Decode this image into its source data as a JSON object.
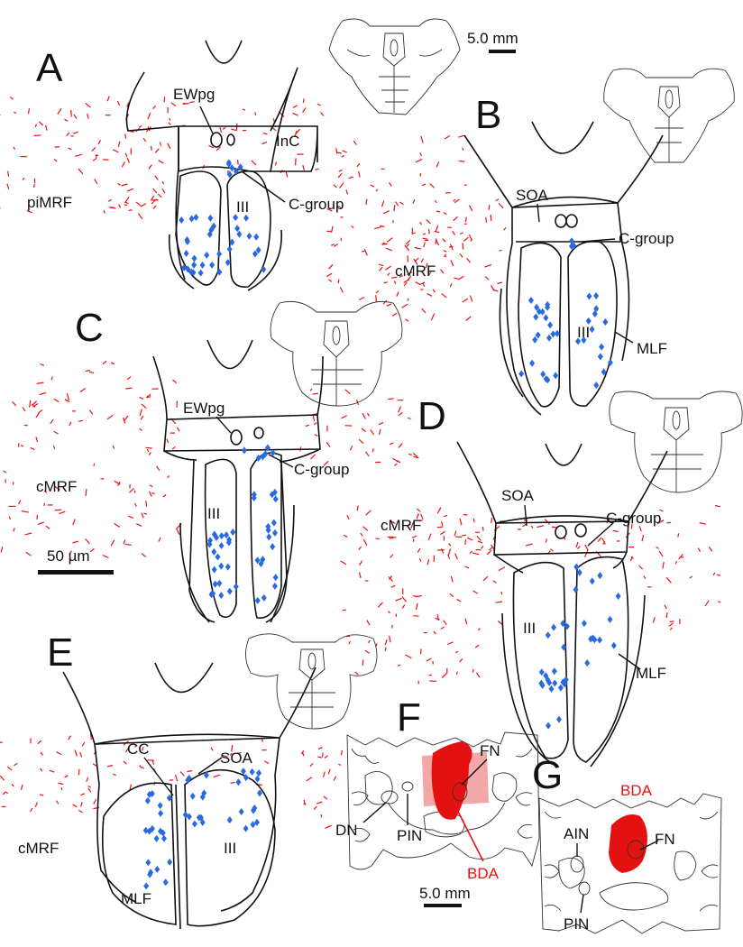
{
  "colors": {
    "fiber": "#ee1111",
    "neuron": "#2a6ae0",
    "outline": "#111111",
    "bda_fill": "#e41111",
    "bda_halo": "#f3a8a8"
  },
  "panels": {
    "A": {
      "letter": "A",
      "labels": {
        "ewpg": "EWpg",
        "inc": "InC",
        "piMRF": "piMRF",
        "cgroup": "C-group",
        "iii": "III"
      }
    },
    "B": {
      "letter": "B",
      "labels": {
        "soa": "SOA",
        "cgroup": "C-group",
        "cmrf": "cMRF",
        "iii": "III",
        "mlf": "MLF"
      }
    },
    "C": {
      "letter": "C",
      "labels": {
        "ewpg": "EWpg",
        "cgroup": "C-group",
        "cmrf": "cMRF",
        "iii": "III",
        "scale": "50 µm"
      }
    },
    "D": {
      "letter": "D",
      "labels": {
        "soa": "SOA",
        "cgroup": "C-group",
        "cmrf": "cMRF",
        "iii": "III",
        "mlf": "MLF"
      }
    },
    "E": {
      "letter": "E",
      "labels": {
        "cc": "CC",
        "soa": "SOA",
        "cmrf": "cMRF",
        "iii": "III",
        "mlf": "MLF"
      }
    },
    "F": {
      "letter": "F",
      "labels": {
        "fn": "FN",
        "dn": "DN",
        "pin": "PIN",
        "bda": "BDA",
        "scale": "5.0 mm"
      }
    },
    "G": {
      "letter": "G",
      "labels": {
        "bda": "BDA",
        "ain": "AIN",
        "fn": "FN",
        "pin": "PIN"
      }
    }
  },
  "scale_top": "5.0 mm"
}
